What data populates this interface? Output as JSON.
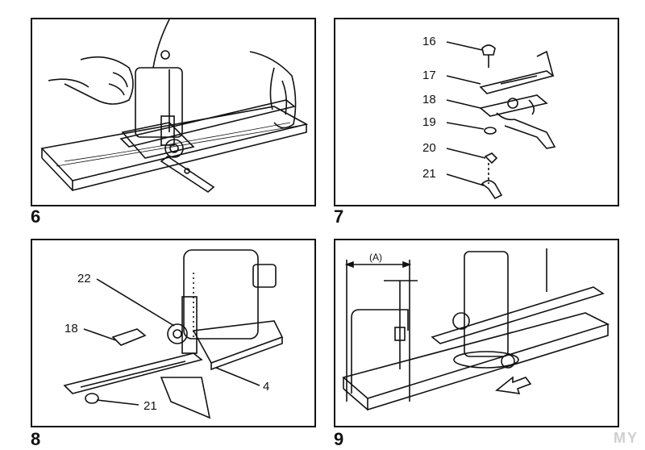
{
  "figures": [
    {
      "number": "6"
    },
    {
      "number": "7",
      "callouts": [
        "16",
        "17",
        "18",
        "19",
        "20",
        "21"
      ]
    },
    {
      "number": "8",
      "callouts": [
        "22",
        "18",
        "21",
        "4"
      ]
    },
    {
      "number": "9",
      "dimension_label": "(A)"
    }
  ],
  "watermark": "MY"
}
